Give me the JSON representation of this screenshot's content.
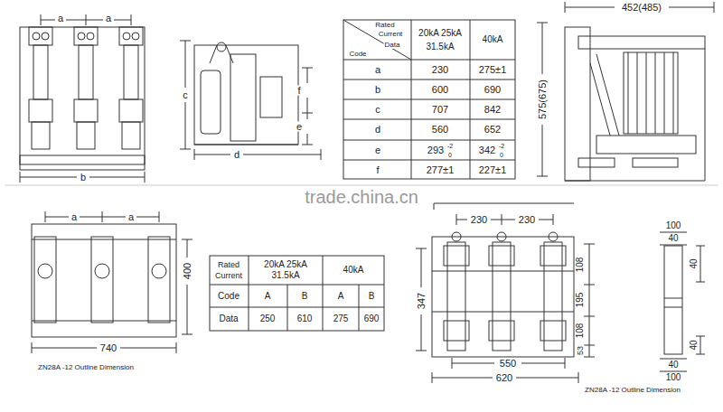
{
  "diagram": {
    "labels": [
      "a",
      "a",
      "b",
      "c",
      "f",
      "e",
      "d",
      "Rated",
      "Current",
      "Data",
      "Code",
      "20kA 25kA",
      "31.5kA",
      "40kA",
      "a",
      "230",
      "275±1",
      "b",
      "600",
      "690",
      "c",
      "707",
      "842",
      "d",
      "560",
      "652",
      "e",
      "293",
      "-2",
      "0",
      "342",
      "-2",
      "0",
      "f",
      "277±1",
      "227±1",
      "452(485)",
      "575(675)",
      "trade.china.cn",
      "a",
      "a",
      "400",
      "740",
      "ZN28A -12 Outline Dimension",
      "Rated",
      "Current",
      "20kA 25kA",
      "31.5kA",
      "40kA",
      "Code",
      "A",
      "B",
      "A",
      "B",
      "Data",
      "250",
      "610",
      "275",
      "690",
      "230",
      "230",
      "347",
      "108",
      "195",
      "108",
      "53",
      "550",
      "620",
      "ZN28A -12 Outline Dimension",
      "100",
      "40",
      "40",
      "40",
      "40",
      "100"
    ]
  }
}
